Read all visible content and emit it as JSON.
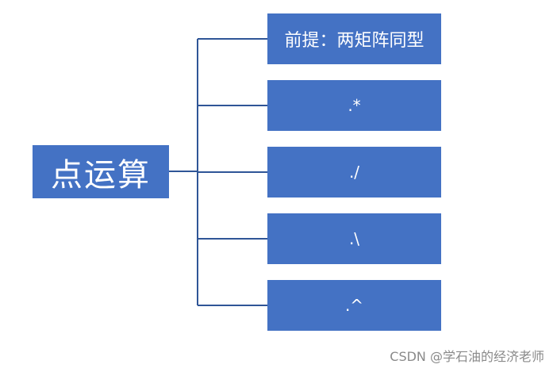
{
  "diagram": {
    "root": {
      "label": "点运算"
    },
    "children": [
      {
        "label": "前提：两矩阵同型"
      },
      {
        "label": ".*"
      },
      {
        "label": "./"
      },
      {
        "label": ".\\"
      },
      {
        "label": ".^"
      }
    ],
    "colors": {
      "box_fill": "#4472C4",
      "box_text": "#FFFFFF",
      "connector": "#2F5597"
    }
  },
  "watermark": {
    "text": "CSDN @学石油的经济老师"
  }
}
